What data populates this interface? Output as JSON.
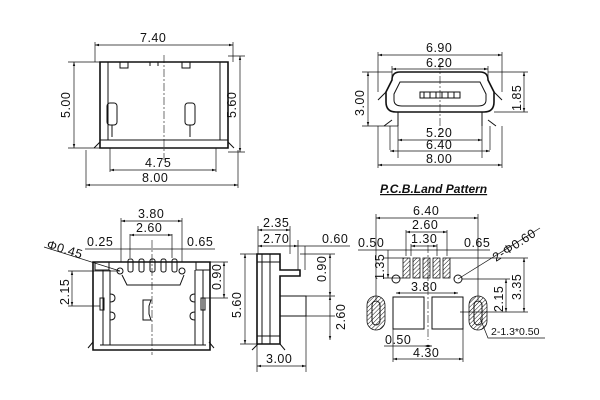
{
  "views": {
    "top_view": {
      "width_top": "7.40",
      "height_left": "5.00",
      "height_right": "5.60",
      "width_inner": "4.75",
      "width_overall": "8.00"
    },
    "front_view": {
      "width_outer": "6.90",
      "width_opening": "6.20",
      "height_left": "3.00",
      "height_right": "1.85",
      "width_tongue": "5.20",
      "width_legs": "6.40",
      "width_overall": "8.00"
    },
    "bottom_view": {
      "span": "3.80",
      "pin_span": "2.60",
      "hole_dia": "Φ0.45",
      "pitch_left": "0.25",
      "pitch_right": "0.65",
      "peg_offset": "2.15",
      "top_offset": "0.90",
      "overall_height": "5.60"
    },
    "side_view": {
      "top": "2.35",
      "mid": "2.70",
      "lip": "0.60",
      "offset": "0.90",
      "height": "5.60",
      "lower": "2.60",
      "bottom": "3.00"
    },
    "pcb_land_pattern": {
      "title": "P.C.B.Land Pattern",
      "width_overall": "6.40",
      "pad_span": "2.60",
      "pad_pitch": "1.30",
      "left_gap": "0.50",
      "right_gap": "0.65",
      "holes": "2-Φ0.60",
      "pad_height": "1.35",
      "big_pad_span": "3.80",
      "hole_to_pad": "2.15",
      "overall_depth": "3.35",
      "slots": "2-1.3*0.50",
      "big_pad_gap": "0.50",
      "big_pad_width": "4.30"
    }
  }
}
